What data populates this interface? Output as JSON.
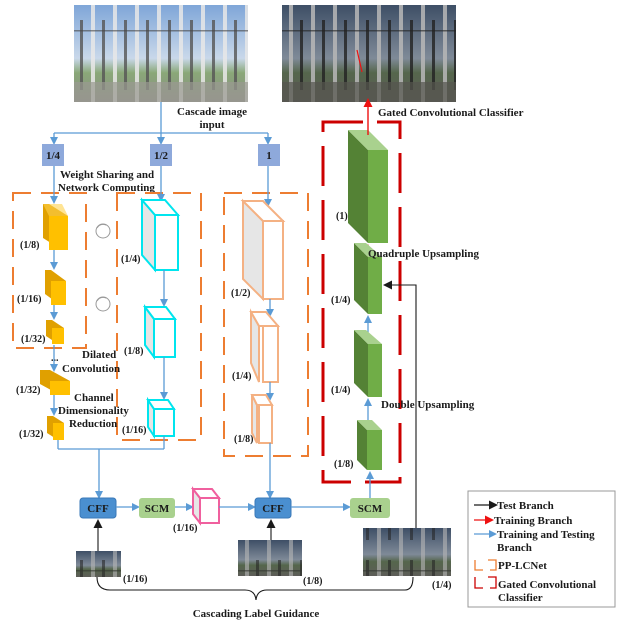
{
  "diagram": {
    "colors": {
      "flow_blue": "#5b9bd5",
      "test_black": "#1a1a1a",
      "train_red": "#ee1111",
      "pplcnet_orange": "#ed7d31",
      "gcc_red": "#cc0000",
      "scale_box": "#8ea9db",
      "cff_box": "#4a8fd0",
      "scm_box": "#a9d18e",
      "yellow_block": "#ffc000",
      "cyan_block": "#00e5ee",
      "peach_block": "#f4b183",
      "green_block": "#70ad47",
      "pink_block": "#f0609e"
    },
    "input_image_label": "Cascade image input",
    "output_label": "Gated Convolutional Classifier",
    "scales": [
      "1/4",
      "1/2",
      "1"
    ],
    "weight_sharing_label_line1": "Weight Sharing and",
    "weight_sharing_label_line2": "Network Computing",
    "branch_quarter": {
      "blocks": [
        "(1/8)",
        "(1/16)",
        "(1/32)",
        "(1/32)",
        "(1/32)"
      ],
      "dilated_line1": "Dilated",
      "dilated_line2": "Convolution",
      "reduction_line1": "Channel",
      "reduction_line2": "Dimensionality",
      "reduction_line3": "Reduction",
      "ellipsis": "..."
    },
    "branch_half": {
      "blocks": [
        "(1/4)",
        "(1/8)",
        "(1/16)"
      ]
    },
    "branch_full": {
      "blocks": [
        "(1/2)",
        "(1/4)",
        "(1/8)"
      ]
    },
    "decoder": {
      "blocks": [
        "(1)",
        "(1/4)",
        "(1/4)",
        "(1/8)"
      ],
      "quadruple_label": "Quadruple Upsampling",
      "double_label": "Double Upsampling"
    },
    "fusion": {
      "cff1": "CFF",
      "scm1": "SCM",
      "mid_block": "(1/16)",
      "cff2": "CFF",
      "scm2": "SCM"
    },
    "label_guidance": {
      "thumbs": [
        "(1/16)",
        "(1/8)",
        "(1/4)"
      ],
      "caption": "Cascading Label Guidance"
    },
    "legend": {
      "items": [
        {
          "type": "arrow-black",
          "label": "Test Branch"
        },
        {
          "type": "arrow-red",
          "label": "Training Branch"
        },
        {
          "type": "arrow-blue",
          "label": "Training and Testing",
          "label2": "Branch"
        },
        {
          "type": "bracket-orange",
          "label": "PP-LCNet"
        },
        {
          "type": "bracket-red",
          "label": "Gated Convolutional",
          "label2": "Classifier"
        }
      ]
    }
  }
}
